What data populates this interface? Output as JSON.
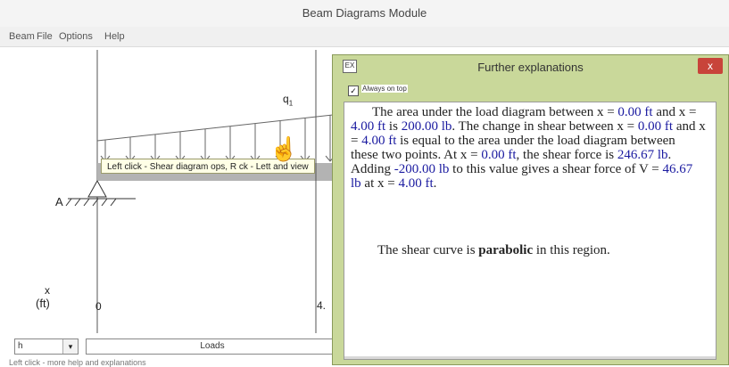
{
  "app": {
    "title": "Beam Diagrams Module"
  },
  "menu": {
    "items": [
      "Beam",
      "File",
      "Options",
      "Help"
    ]
  },
  "diagram": {
    "load_label": "q",
    "load_subscript": "1",
    "support_label": "A",
    "x_label": "x",
    "x_unit": "(ft)",
    "tick_0": "0",
    "tick_1": "4."
  },
  "tooltip": {
    "text": "Left click - Shear diagram ops, R  ck - Lett and view"
  },
  "controls": {
    "select_value": "h",
    "select_arrow": "▾",
    "loads_label": "Loads"
  },
  "status": {
    "text": "Left click - more help and explanations"
  },
  "explain_window": {
    "title": "Further explanations",
    "icon": "EX",
    "close": "x",
    "always_on_top": {
      "checked": true,
      "label": "Always on top"
    },
    "p1": {
      "t1": "The area under the load diagram between x = ",
      "n1": "0.00 ft",
      "t2": " and x = ",
      "n2": "4.00 ft",
      "t3": " is  ",
      "n3": "200.00 lb",
      "t4": ".  The change in shear between x = ",
      "n4": "0.00 ft",
      "t5": " and x = ",
      "n5": "4.00 ft",
      "t6": " is equal to the area under the load diagram between these two points.  At x = ",
      "n6": "0.00 ft",
      "t7": ", the shear force is ",
      "n7": "246.67 lb",
      "t8": ".  Adding ",
      "n8": "-200.00 lb",
      "t9": " to this value gives a shear force of V = ",
      "n9": "46.67 lb",
      "t10": " at x = ",
      "n10": "4.00 ft",
      "t11": "."
    },
    "p2": {
      "t1": "The shear curve is ",
      "b": "parabolic",
      "t2": " in this region."
    }
  }
}
